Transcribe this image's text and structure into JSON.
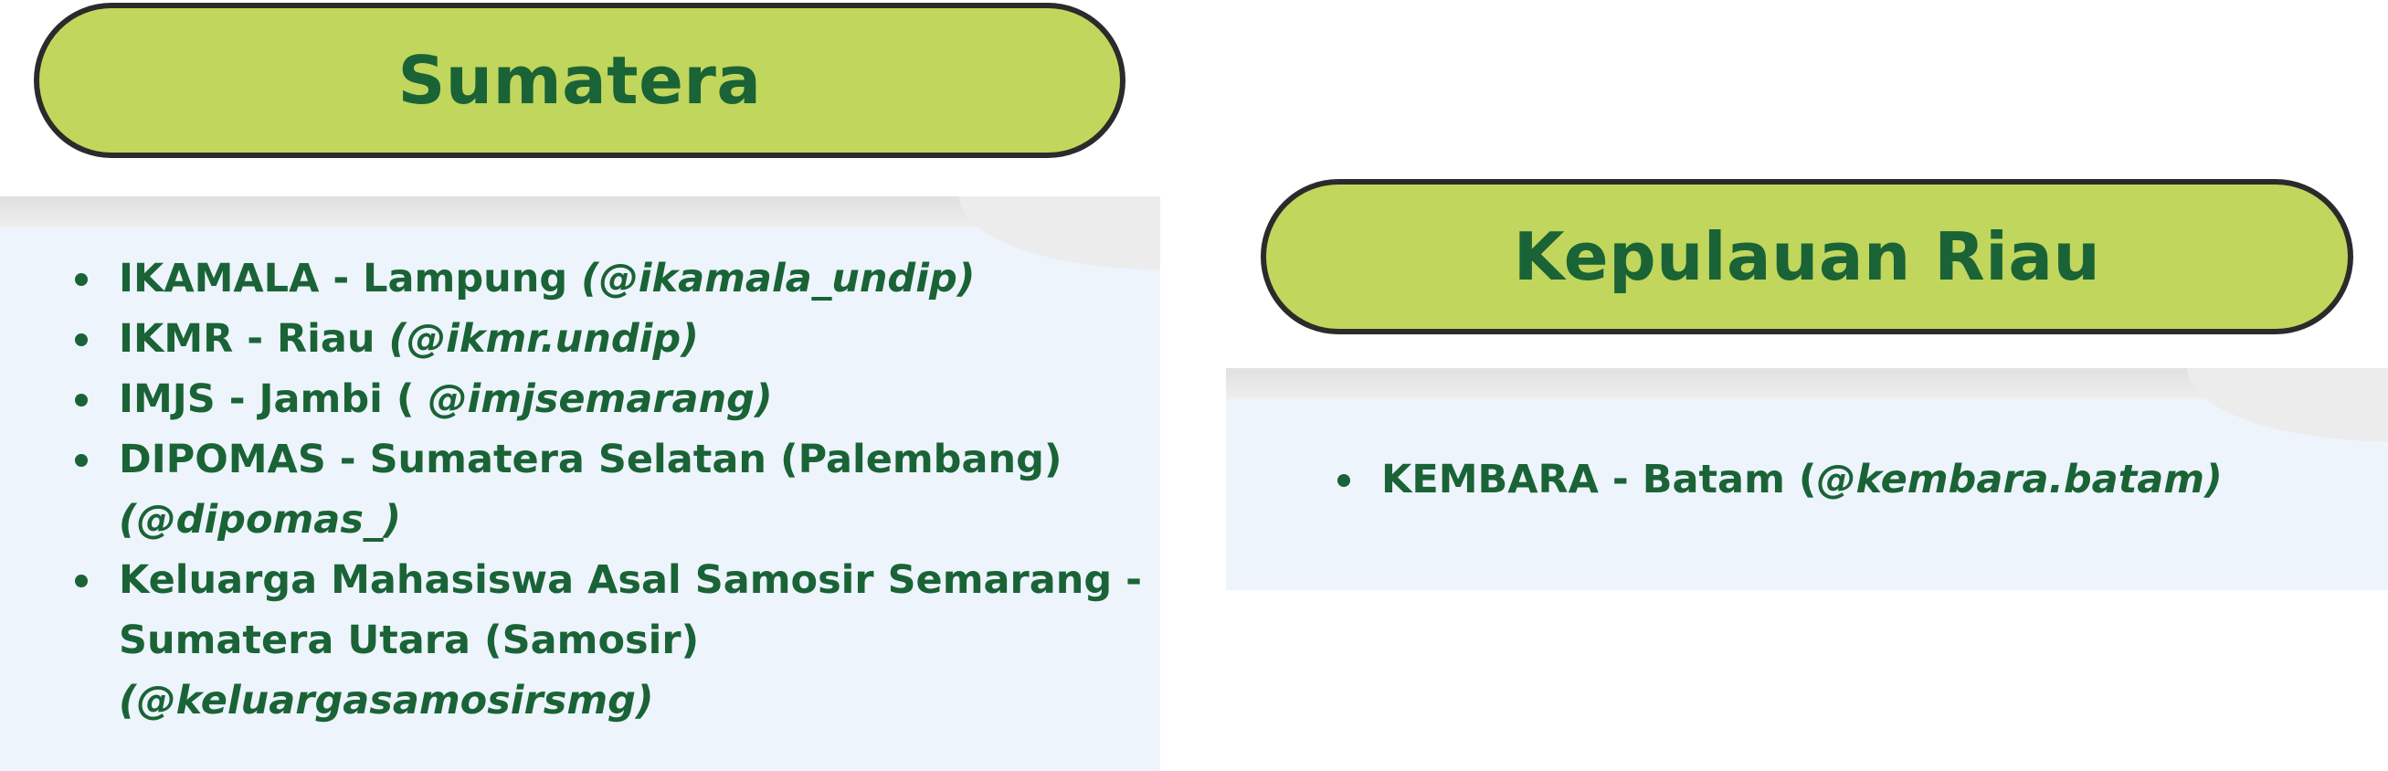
{
  "sumatera": {
    "title": "Sumatera",
    "items": [
      {
        "name": "IKAMALA - Lampung ",
        "handle": "(@ikamala_undip)"
      },
      {
        "name": "IKMR - Riau ",
        "handle": "(@ikmr.undip)"
      },
      {
        "name": "IMJS - Jambi ( ",
        "handle": "@imjsemarang)"
      },
      {
        "name": "DIPOMAS - Sumatera Selatan (Palembang) ",
        "handle": "(@dipomas_)"
      },
      {
        "name": "Keluarga Mahasiswa Asal Samosir Semarang - Sumatera Utara (Samosir) ",
        "handle": "(@keluargasamosirsmg)"
      }
    ]
  },
  "kepulauan_riau": {
    "title": "Kepulauan Riau",
    "items": [
      {
        "name": "KEMBARA - Batam (",
        "handle": "@kembara.batam)"
      }
    ]
  },
  "colors": {
    "pill_fill": "#c1d65c",
    "pill_border": "#2b2b2b",
    "text_green": "#1a6336",
    "card_bg": "#edf4fc"
  }
}
